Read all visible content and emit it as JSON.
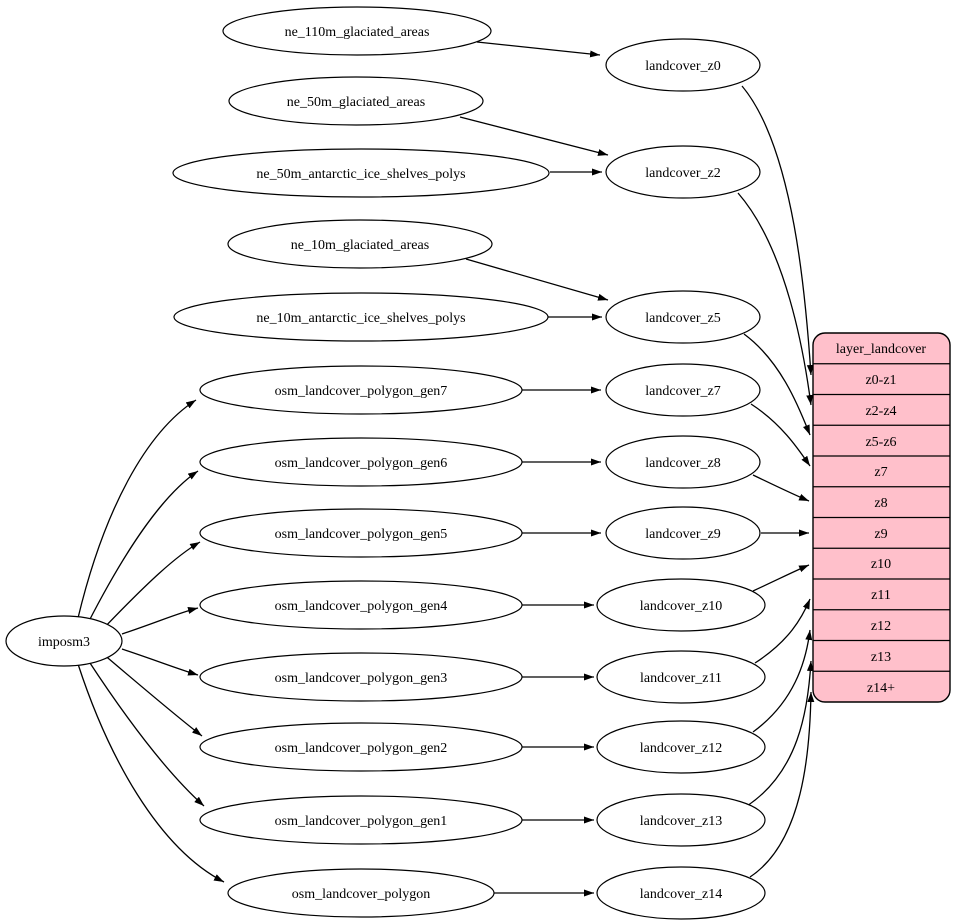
{
  "colors": {
    "background": "#ffffff",
    "node_fill": "#ffffff",
    "stroke": "#000000",
    "table_fill": "#ffc0cb"
  },
  "labels": {
    "imposm3": "imposm3",
    "ne_110m_glaciated_areas": "ne_110m_glaciated_areas",
    "ne_50m_glaciated_areas": "ne_50m_glaciated_areas",
    "ne_50m_antarctic_ice_shelves_polys": "ne_50m_antarctic_ice_shelves_polys",
    "ne_10m_glaciated_areas": "ne_10m_glaciated_areas",
    "ne_10m_antarctic_ice_shelves_polys": "ne_10m_antarctic_ice_shelves_polys",
    "osm_landcover_polygon_gen7": "osm_landcover_polygon_gen7",
    "osm_landcover_polygon_gen6": "osm_landcover_polygon_gen6",
    "osm_landcover_polygon_gen5": "osm_landcover_polygon_gen5",
    "osm_landcover_polygon_gen4": "osm_landcover_polygon_gen4",
    "osm_landcover_polygon_gen3": "osm_landcover_polygon_gen3",
    "osm_landcover_polygon_gen2": "osm_landcover_polygon_gen2",
    "osm_landcover_polygon_gen1": "osm_landcover_polygon_gen1",
    "osm_landcover_polygon": "osm_landcover_polygon",
    "landcover_z0": "landcover_z0",
    "landcover_z2": "landcover_z2",
    "landcover_z5": "landcover_z5",
    "landcover_z7": "landcover_z7",
    "landcover_z8": "landcover_z8",
    "landcover_z9": "landcover_z9",
    "landcover_z10": "landcover_z10",
    "landcover_z11": "landcover_z11",
    "landcover_z12": "landcover_z12",
    "landcover_z13": "landcover_z13",
    "landcover_z14": "landcover_z14"
  },
  "table": {
    "title": "layer_landcover",
    "rows": [
      "z0-z1",
      "z2-z4",
      "z5-z6",
      "z7",
      "z8",
      "z9",
      "z10",
      "z11",
      "z12",
      "z13",
      "z14+"
    ]
  },
  "edges": [
    {
      "from": "imposm3",
      "to": "osm_landcover_polygon_gen7"
    },
    {
      "from": "imposm3",
      "to": "osm_landcover_polygon_gen6"
    },
    {
      "from": "imposm3",
      "to": "osm_landcover_polygon_gen5"
    },
    {
      "from": "imposm3",
      "to": "osm_landcover_polygon_gen4"
    },
    {
      "from": "imposm3",
      "to": "osm_landcover_polygon_gen3"
    },
    {
      "from": "imposm3",
      "to": "osm_landcover_polygon_gen2"
    },
    {
      "from": "imposm3",
      "to": "osm_landcover_polygon_gen1"
    },
    {
      "from": "imposm3",
      "to": "osm_landcover_polygon"
    },
    {
      "from": "ne_110m_glaciated_areas",
      "to": "landcover_z0"
    },
    {
      "from": "ne_50m_glaciated_areas",
      "to": "landcover_z2"
    },
    {
      "from": "ne_50m_antarctic_ice_shelves_polys",
      "to": "landcover_z2"
    },
    {
      "from": "ne_10m_glaciated_areas",
      "to": "landcover_z5"
    },
    {
      "from": "ne_10m_antarctic_ice_shelves_polys",
      "to": "landcover_z5"
    },
    {
      "from": "osm_landcover_polygon_gen7",
      "to": "landcover_z7"
    },
    {
      "from": "osm_landcover_polygon_gen6",
      "to": "landcover_z8"
    },
    {
      "from": "osm_landcover_polygon_gen5",
      "to": "landcover_z9"
    },
    {
      "from": "osm_landcover_polygon_gen4",
      "to": "landcover_z10"
    },
    {
      "from": "osm_landcover_polygon_gen3",
      "to": "landcover_z11"
    },
    {
      "from": "osm_landcover_polygon_gen2",
      "to": "landcover_z12"
    },
    {
      "from": "osm_landcover_polygon_gen1",
      "to": "landcover_z13"
    },
    {
      "from": "osm_landcover_polygon",
      "to": "landcover_z14"
    },
    {
      "from": "landcover_z0",
      "to": "layer_landcover:z0-z1"
    },
    {
      "from": "landcover_z2",
      "to": "layer_landcover:z2-z4"
    },
    {
      "from": "landcover_z5",
      "to": "layer_landcover:z5-z6"
    },
    {
      "from": "landcover_z7",
      "to": "layer_landcover:z7"
    },
    {
      "from": "landcover_z8",
      "to": "layer_landcover:z8"
    },
    {
      "from": "landcover_z9",
      "to": "layer_landcover:z9"
    },
    {
      "from": "landcover_z10",
      "to": "layer_landcover:z10"
    },
    {
      "from": "landcover_z11",
      "to": "layer_landcover:z11"
    },
    {
      "from": "landcover_z12",
      "to": "layer_landcover:z12"
    },
    {
      "from": "landcover_z13",
      "to": "layer_landcover:z13"
    },
    {
      "from": "landcover_z14",
      "to": "layer_landcover:z14+"
    }
  ]
}
